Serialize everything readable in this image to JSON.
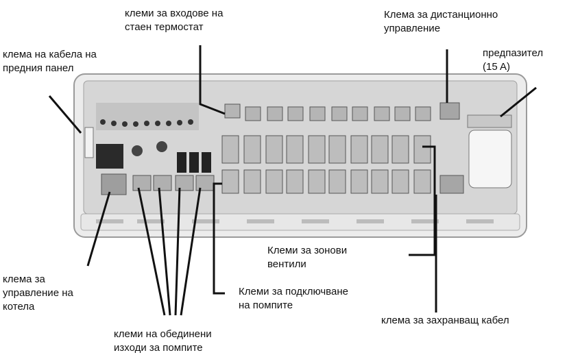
{
  "labels": {
    "front_panel_cable": {
      "line1": "клема на кабела на",
      "line2": "предния панел"
    },
    "thermostat_inputs": {
      "line1": "клеми за входове на",
      "line2": "стаен термостат"
    },
    "remote_control": {
      "line1": "Клема за дистанционно",
      "line2": "управление"
    },
    "fuse": {
      "line1": "предпазител",
      "line2": "(15 A)"
    },
    "boiler_control": {
      "line1": "клема за",
      "line2": "управление на",
      "line3": "котела"
    },
    "zone_valves": {
      "line1": "Клеми за зонови",
      "line2": "вентили"
    },
    "pump_connection": {
      "line1": "Клеми за подключване",
      "line2": "на помпите"
    },
    "power_cable": {
      "line1": "клема за захранващ кабел"
    },
    "combined_pump_outputs": {
      "line1": "клеми на обединени",
      "line2": "изходи за помпите"
    }
  },
  "colors": {
    "board": "#cfcfcf",
    "housing": "#e4e4e4",
    "terminal": "#bdbdbd",
    "dark": "#1e1e1e",
    "line": "#111111"
  },
  "icons": {
    "terminal_block": "terminal-block-icon",
    "fuse_holder": "fuse-holder-icon"
  }
}
